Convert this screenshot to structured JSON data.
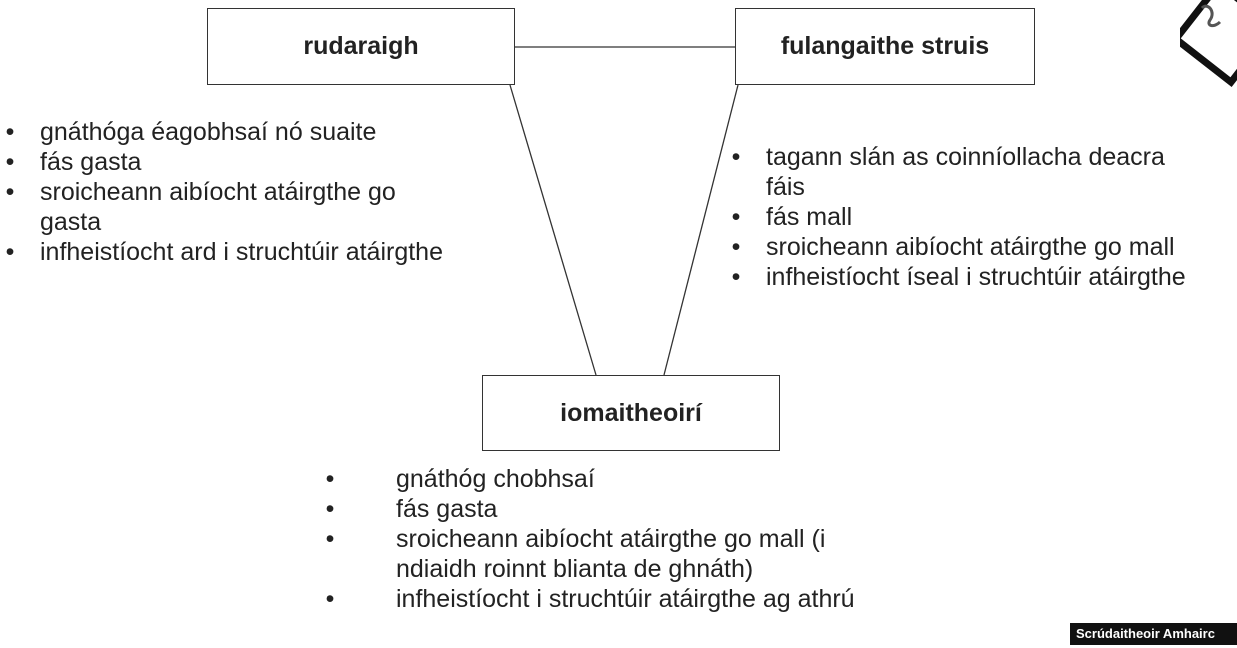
{
  "diagram": {
    "nodes": [
      {
        "id": "r",
        "label": "rudaraigh",
        "traits": [
          "gnáthóga éagobhsaí nó suaite",
          "fás gasta",
          "sroicheann aibíocht atáirgthe go gasta",
          "infheistíocht ard i struchtúir atáirgthe"
        ]
      },
      {
        "id": "k",
        "label": "fulangaithe struis",
        "traits": [
          "tagann slán as coinníollacha deacra fáis",
          "fás mall",
          "sroicheann aibíocht atáirgthe go mall",
          "infheistíocht íseal i struchtúir atáirgthe"
        ]
      },
      {
        "id": "c",
        "label": "iomaitheoirí",
        "traits": [
          "gnáthóg chobhsaí",
          "fás gasta",
          "sroicheann aibíocht atáirgthe go mall (i ndiaidh roinnt blianta de ghnáth)",
          "infheistíocht i struchtúir atáirgthe ag athrú"
        ]
      }
    ],
    "edges": [
      {
        "from": "r",
        "to": "k"
      },
      {
        "from": "r",
        "to": "c"
      },
      {
        "from": "k",
        "to": "c"
      }
    ]
  },
  "bullet_symbol": "•",
  "footer_stamp": "Scrúdaitheoir Amhairc"
}
